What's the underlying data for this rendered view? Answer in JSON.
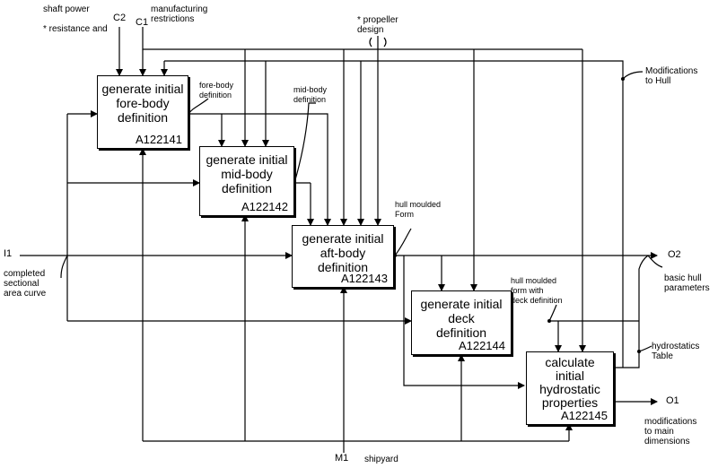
{
  "boxes": [
    {
      "title": "generate initial\nfore-body\ndefinition",
      "code": "A122141"
    },
    {
      "title": "generate initial\nmid-body\ndefinition",
      "code": "A122142"
    },
    {
      "title": "generate initial\naft-body\ndefinition",
      "code": "A122143"
    },
    {
      "title": "generate initial\ndeck\ndefinition",
      "code": "A122144"
    },
    {
      "title": "calculate\ninitial\nhydrostatic\nproperties",
      "code": "A122145"
    }
  ],
  "controls": {
    "c2_code": "C2",
    "c2_label": "shaft power\n\n* resistance and",
    "c1_code": "C1",
    "c1_label": "manufacturing\nrestrictions",
    "propeller_label": "* propeller\ndesign"
  },
  "inputs": {
    "i1_code": "I1",
    "i1_label": "completed\nsectional\narea curve"
  },
  "outputs": {
    "o1_code": "O1",
    "o1_label": "modifications\nto main\ndimensions",
    "o2_code": "O2",
    "o2_label": "basic hull\nparameters",
    "modifications_hull": "Modifications\nto Hull",
    "hydrostatics_table": "hydrostatics\nTable"
  },
  "mechanisms": {
    "m1_code": "M1",
    "m1_label": "shipyard"
  },
  "internal_labels": {
    "fore_body_definition": "fore-body\ndefinition",
    "mid_body_definition": "mid-body\ndefinition",
    "hull_moulded_form": "hull moulded\nForm",
    "hull_moulded_deck": "hull moulded\nform with\ndeck definition"
  }
}
